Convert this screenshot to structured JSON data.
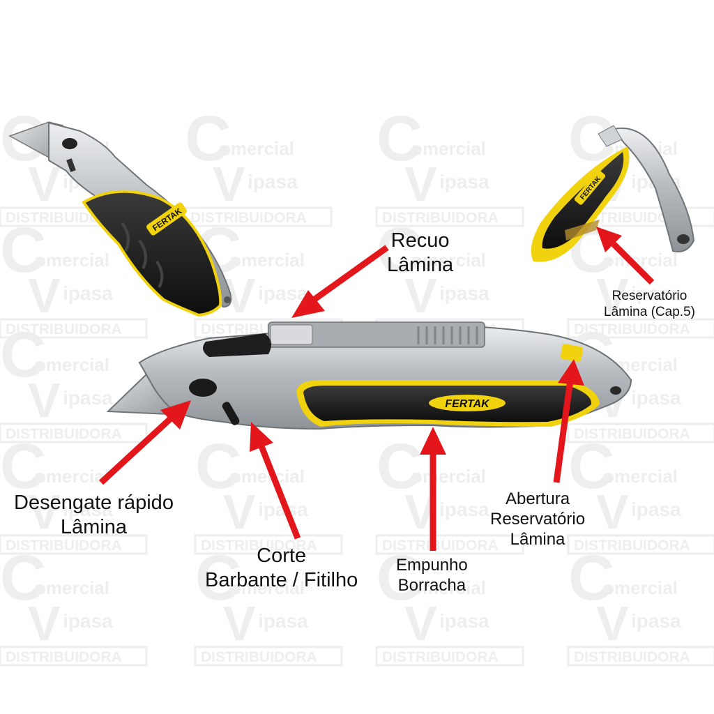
{
  "colors": {
    "arrow": "#e3161b",
    "brand_yellow": "#f1d20f",
    "grip_black": "#1c1c1c",
    "metal": "#c3c6c9",
    "watermark": "#e9e9e9"
  },
  "watermark": {
    "line1": "omercial",
    "line2": "ipasa",
    "line3": "DISTRIBUIDORA"
  },
  "brand": "FERTAK",
  "labels": {
    "recuo": [
      "Recuo",
      "Lâmina"
    ],
    "reservatorio": [
      "Reservatório",
      "Lâmina (Cap.5)"
    ],
    "desengate": [
      "Desengate rápido",
      "Lâmina"
    ],
    "corte": [
      "Corte",
      "Barbante / Fitilho"
    ],
    "empunho": [
      "Empunho",
      "Borracha"
    ],
    "abertura": [
      "Abertura",
      "Reservatório",
      "Lâmina"
    ]
  }
}
